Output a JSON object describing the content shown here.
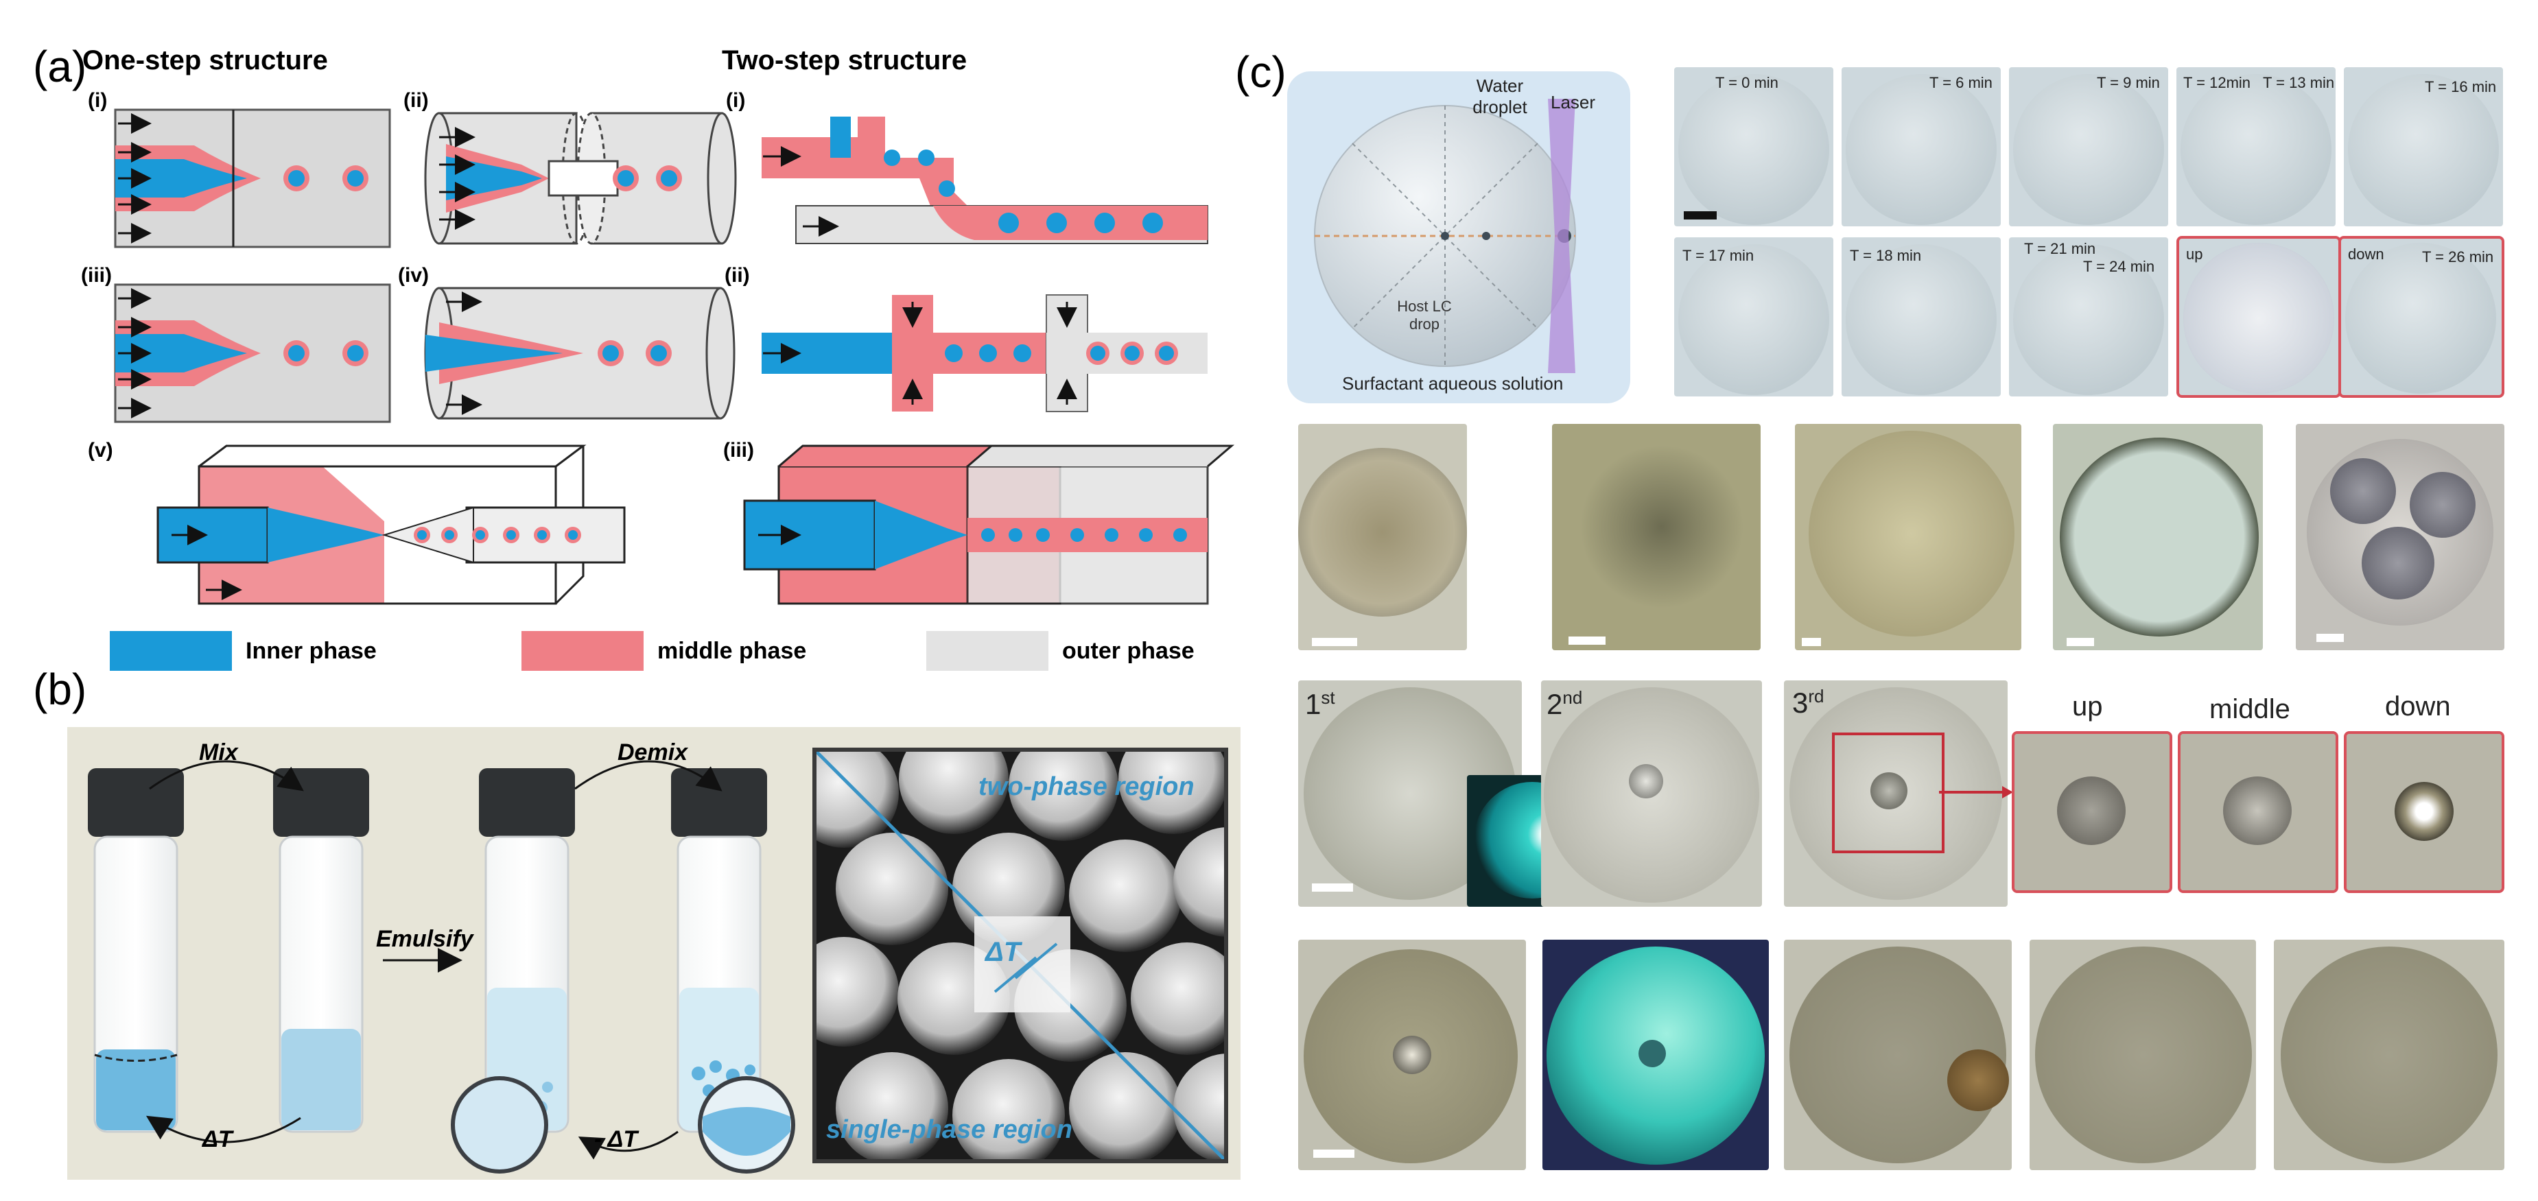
{
  "panels": {
    "a": {
      "letter": "(a)",
      "one_step_title": "One-step structure",
      "two_step_title": "Two-step structure",
      "one_step_labels": [
        "(i)",
        "(ii)",
        "(iii)",
        "(iv)",
        "(v)"
      ],
      "two_step_labels": [
        "(i)",
        "(ii)",
        "(iii)"
      ],
      "legend": {
        "inner": "Inner phase",
        "middle": "middle phase",
        "outer": "outer phase"
      }
    },
    "b": {
      "letter": "(b)",
      "mix": "Mix",
      "demix": "Demix",
      "emulsify": "Emulsify",
      "delta_t": "ΔT",
      "neg_delta_t": "- ΔT",
      "two_phase_region": "two-phase region",
      "single_phase_region": "single-phase region",
      "micro_delta_t": "ΔT"
    },
    "c": {
      "letter": "(c)",
      "schematic": {
        "water_droplet": "Water droplet",
        "laser": "Laser",
        "host_lc_drop": "Host LC drop",
        "surfactant": "Surfactant aqueous solution"
      },
      "timelapse_row1": [
        "T = 0 min",
        "T = 6 min",
        "T = 9 min",
        "T = 12min",
        "T = 13 min",
        "T = 16 min"
      ],
      "timelapse_row2": [
        "T = 17 min",
        "T = 18 min",
        "T = 21 min",
        "T = 24 min",
        "up",
        "down",
        "T = 26 min"
      ],
      "orders": [
        "1",
        "st",
        "2",
        "nd",
        "3",
        "rd"
      ],
      "focus": [
        "up",
        "middle",
        "down"
      ]
    }
  },
  "colors": {
    "inner": "#1a9ad8",
    "middle": "#ef7f86",
    "outer": "#d9d9d9",
    "schematic_bg": "#d6e6f3",
    "photo_bg": "#ece8da",
    "red_box": "#d8505a"
  }
}
